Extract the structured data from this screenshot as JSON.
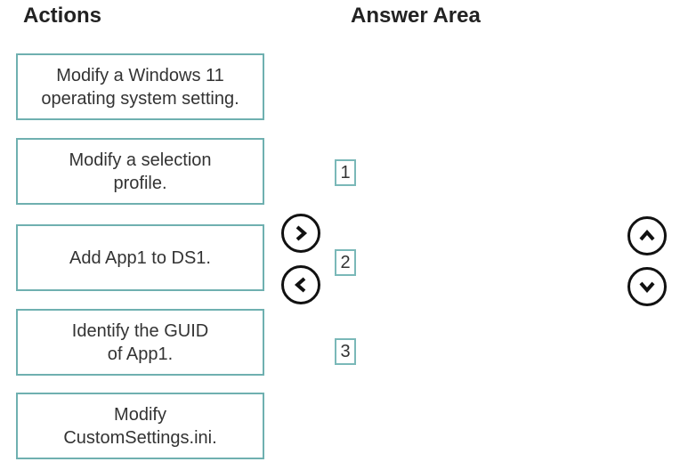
{
  "actions": {
    "title": "Actions",
    "items": [
      "Modify a Windows 11 operating system setting.",
      "Modify a selection profile.",
      "Add App1 to DS1.",
      "Identify the GUID of App1.",
      "Modify CustomSettings.ini."
    ]
  },
  "answer": {
    "title": "Answer Area",
    "slots": [
      "1",
      "2",
      "3"
    ]
  }
}
